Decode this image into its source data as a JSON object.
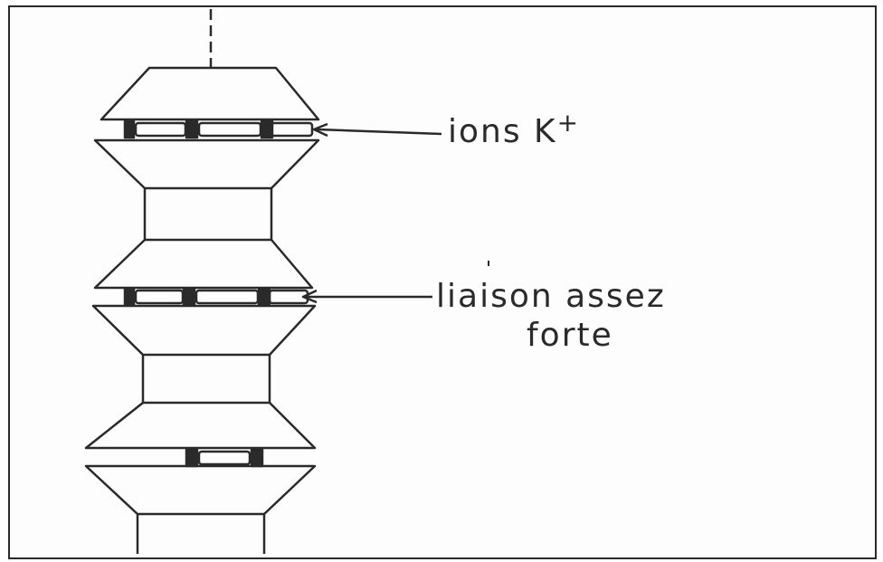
{
  "labels": {
    "ions_text": "ions K",
    "ions_charge": "+",
    "liaison_line1": "liaison assez",
    "liaison_line2": "forte"
  },
  "colors": {
    "ink": "#2a2a2a",
    "background": "#ffffff"
  }
}
